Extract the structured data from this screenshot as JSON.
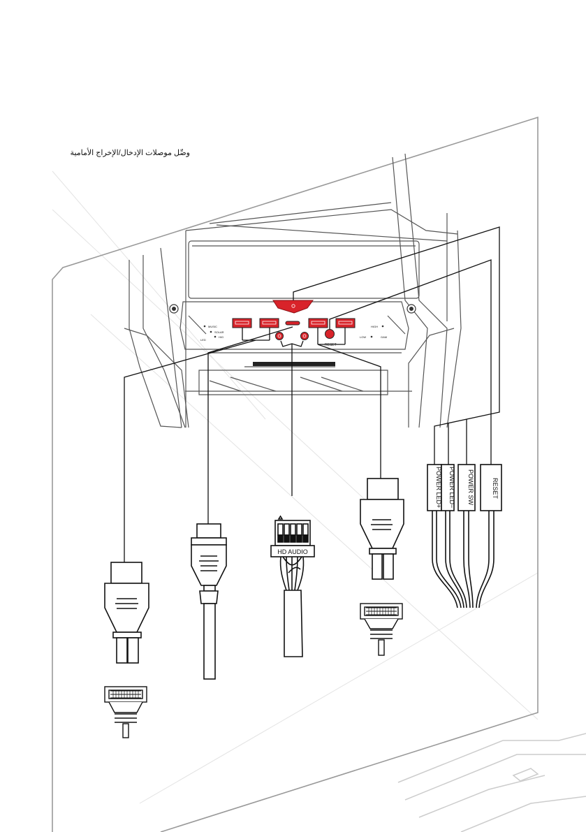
{
  "page": {
    "title": "وصِّل موصلات الإدخال/الإخراج الأمامية"
  },
  "front_panel": {
    "left_labels": [
      "MUSIC",
      "SOLAR",
      "HIG",
      "LED"
    ],
    "right_labels": [
      "HIGH",
      "LOW",
      "GAM"
    ],
    "reset_button_label": "RESET"
  },
  "connectors": {
    "hd_audio_label": "HD AUDIO",
    "front_panel_pins": [
      "POWER LED+",
      "POWER LED−",
      "POWER SW",
      "RESET"
    ]
  },
  "colors": {
    "accent_red": "#d8232a",
    "line": "#111111",
    "panel_line": "#555555",
    "watermark": "#cccccc"
  }
}
